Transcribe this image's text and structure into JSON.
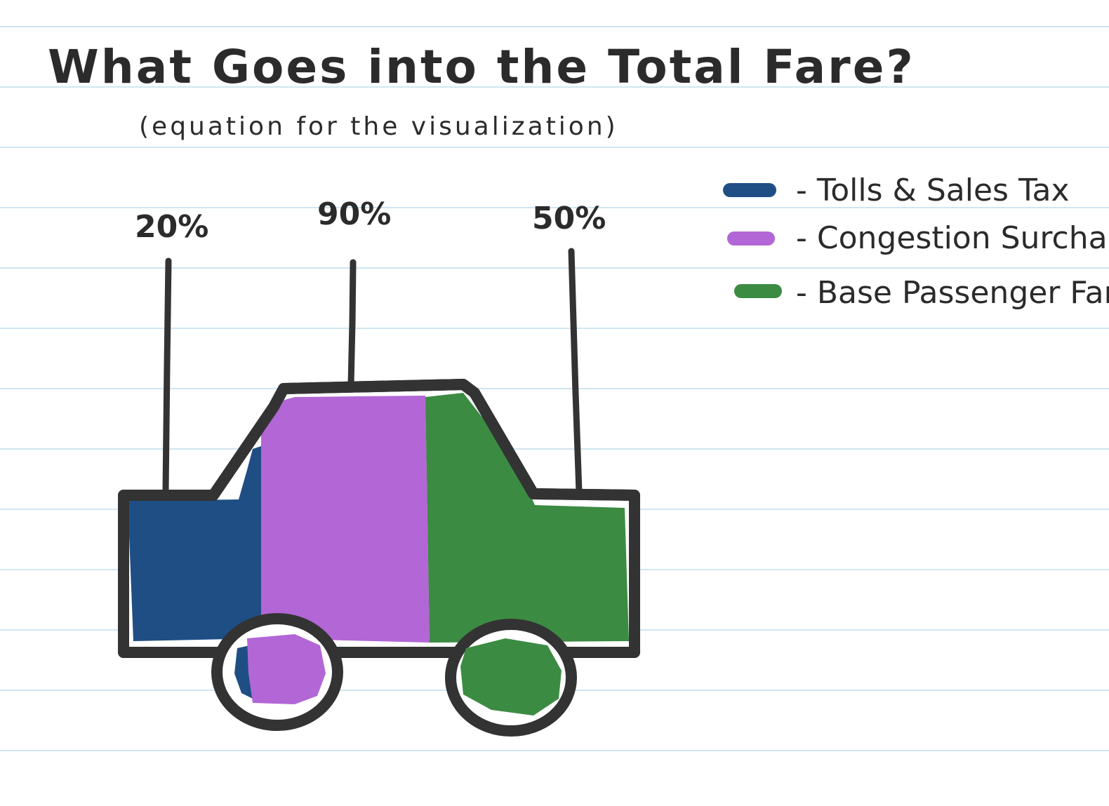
{
  "title": "What Goes into the Total Fare?",
  "subtitle": "(equation for the visualization)",
  "colors": {
    "tolls": "#1f4e85",
    "congestion": "#b366d6",
    "base": "#3c8b43",
    "outline": "#333333",
    "ruled_line": "#cfe6f3"
  },
  "legend": [
    {
      "label": "- Tolls & Sales Tax",
      "color_key": "tolls"
    },
    {
      "label": "- Congestion Surcharge",
      "color_key": "congestion"
    },
    {
      "label": "- Base Passenger Fare",
      "color_key": "base"
    }
  ],
  "callouts": [
    {
      "label": "20%",
      "segment": "tolls"
    },
    {
      "label": "90%",
      "segment": "congestion"
    },
    {
      "label": "50%",
      "segment": "base"
    }
  ]
}
